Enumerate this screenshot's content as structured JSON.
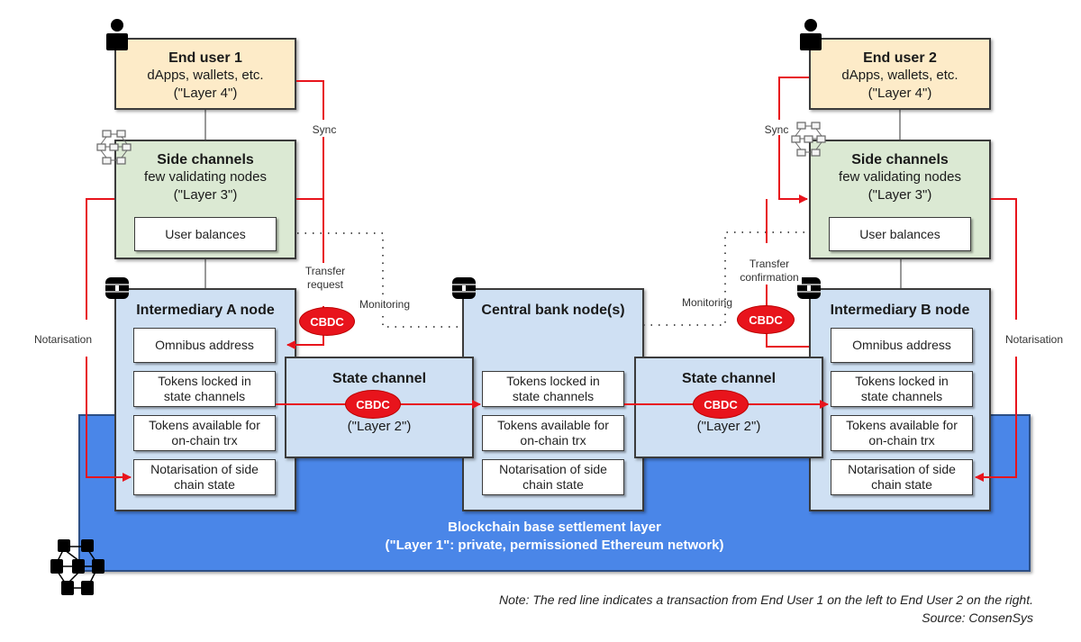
{
  "end_user_1": {
    "title": "End user 1",
    "line1": "dApps, wallets, etc.",
    "line2": "(\"Layer 4\")"
  },
  "end_user_2": {
    "title": "End user 2",
    "line1": "dApps, wallets, etc.",
    "line2": "(\"Layer 4\")"
  },
  "side_channels_left": {
    "title": "Side channels",
    "line1": "few validating nodes",
    "line2": "(\"Layer 3\")",
    "balances": "User balances"
  },
  "side_channels_right": {
    "title": "Side channels",
    "line1": "few validating nodes",
    "line2": "(\"Layer 3\")",
    "balances": "User balances"
  },
  "intermediary_a": {
    "title": "Intermediary A node",
    "items": [
      "Omnibus address",
      "Tokens locked in state channels",
      "Tokens available for on-chain trx",
      "Notarisation of side chain state"
    ]
  },
  "central_bank": {
    "title": "Central bank node(s)",
    "items": [
      "Tokens locked in state channels",
      "Tokens available for on-chain trx",
      "Notarisation of side chain state"
    ]
  },
  "intermediary_b": {
    "title": "Intermediary B node",
    "items": [
      "Omnibus address",
      "Tokens locked in state channels",
      "Tokens available for on-chain trx",
      "Notarisation of side chain state"
    ]
  },
  "state_channel_left": {
    "title": "State channel",
    "layer": "(\"Layer 2\")",
    "token": "CBDC"
  },
  "state_channel_right": {
    "title": "State channel",
    "layer": "(\"Layer 2\")",
    "token": "CBDC"
  },
  "base_layer": {
    "line1": "Blockchain base settlement layer",
    "line2": "(\"Layer 1\": private, permissioned Ethereum network)"
  },
  "labels": {
    "sync_left": "Sync",
    "sync_right": "Sync",
    "transfer_request": "Transfer request",
    "transfer_confirmation": "Transfer confirmation",
    "monitoring_left": "Monitoring",
    "monitoring_right": "Monitoring",
    "notarisation_left": "Notarisation",
    "notarisation_right": "Notarisation",
    "cbdc_request": "CBDC",
    "cbdc_confirmation": "CBDC"
  },
  "note": "Note: The red line indicates a transaction from End User 1 on the left to End User 2 on the right.",
  "source": "Source: ConsenSys",
  "colors": {
    "transaction_line": "#e8141c",
    "base_layer": "#4a86e8",
    "node": "#cfe0f3",
    "side_channel": "#dbe9d3",
    "end_user": "#fdebc8"
  }
}
